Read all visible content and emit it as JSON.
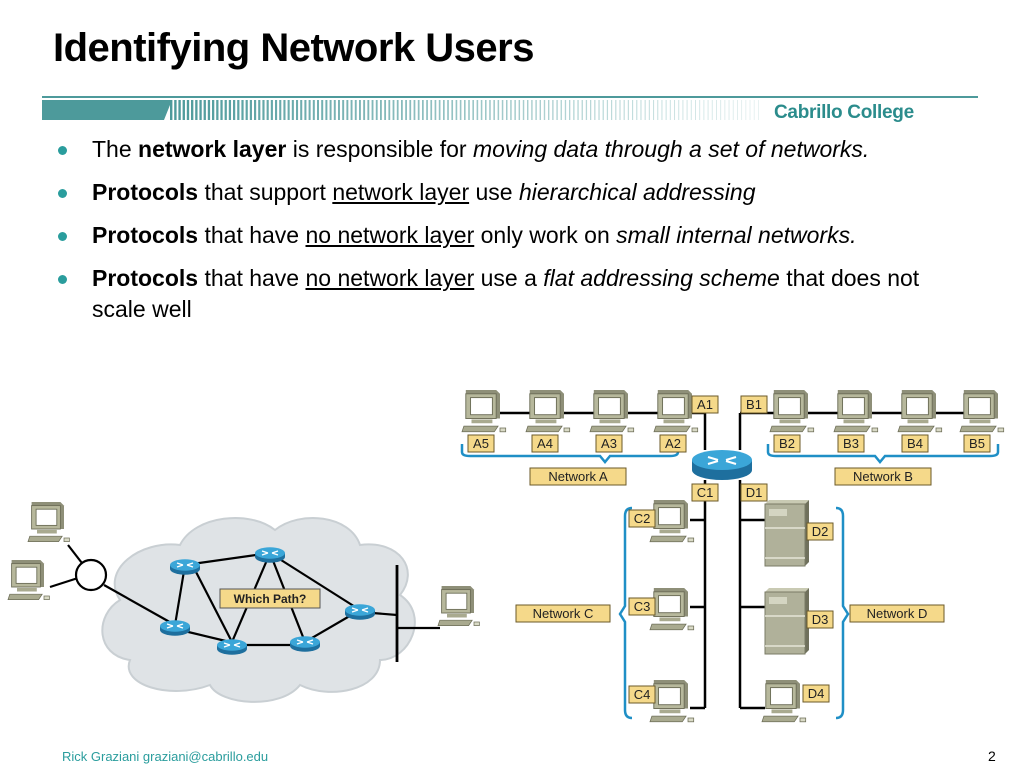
{
  "slide": {
    "title": "Identifying Network Users",
    "brand": "Cabrillo College",
    "colors": {
      "accent": "#2a9d9d",
      "banner": "#4d9a9b",
      "label_fill": "#f5d98a",
      "bracket": "#1f8fc6",
      "router": "#2b8fc4",
      "cloud": "#dfe3e6"
    },
    "bullets": [
      {
        "parts": [
          {
            "text": "The ",
            "style": "normal"
          },
          {
            "text": "network layer",
            "style": "bold"
          },
          {
            "text": " is responsible for ",
            "style": "normal"
          },
          {
            "text": "moving data through a set of networks.",
            "style": "italic"
          }
        ]
      },
      {
        "parts": [
          {
            "text": "Protocols",
            "style": "bold"
          },
          {
            "text": " that support ",
            "style": "normal"
          },
          {
            "text": "network layer",
            "style": "underline"
          },
          {
            "text": " use ",
            "style": "normal"
          },
          {
            "text": "hierarchical addressing",
            "style": "italic"
          }
        ]
      },
      {
        "parts": [
          {
            "text": "Protocols",
            "style": "bold"
          },
          {
            "text": " that have ",
            "style": "normal"
          },
          {
            "text": "no network layer",
            "style": "underline"
          },
          {
            "text": " only work on ",
            "style": "normal"
          },
          {
            "text": "small internal networks.",
            "style": "italic"
          }
        ]
      },
      {
        "parts": [
          {
            "text": "Protocols",
            "style": "bold"
          },
          {
            "text": " that have ",
            "style": "normal"
          },
          {
            "text": "no network layer",
            "style": "underline"
          },
          {
            "text": " use a ",
            "style": "normal"
          },
          {
            "text": "flat addressing scheme",
            "style": "italic"
          },
          {
            "text": " that does not scale well",
            "style": "normal"
          }
        ]
      }
    ],
    "footer": {
      "author": "Rick Graziani  graziani@cabrillo.edu",
      "page_number": "2"
    }
  },
  "diagram_left": {
    "callout": "Which Path?",
    "icons": [
      "pc",
      "pc",
      "hub",
      "cloud",
      "router",
      "router",
      "router",
      "router",
      "router",
      "router",
      "pc"
    ]
  },
  "diagram_right": {
    "router_ports": {
      "a": "A1",
      "b": "B1",
      "c": "C1",
      "d": "D1"
    },
    "network_a": {
      "label": "Network A",
      "hosts": [
        "A5",
        "A4",
        "A3",
        "A2"
      ]
    },
    "network_b": {
      "label": "Network B",
      "hosts": [
        "B2",
        "B3",
        "B4",
        "B5"
      ]
    },
    "network_c": {
      "label": "Network C",
      "hosts": [
        "C2",
        "C3",
        "C4"
      ]
    },
    "network_d": {
      "label": "Network D",
      "hosts": [
        "D2",
        "D3",
        "D4"
      ],
      "host_types": [
        "server",
        "server",
        "pc"
      ]
    }
  }
}
